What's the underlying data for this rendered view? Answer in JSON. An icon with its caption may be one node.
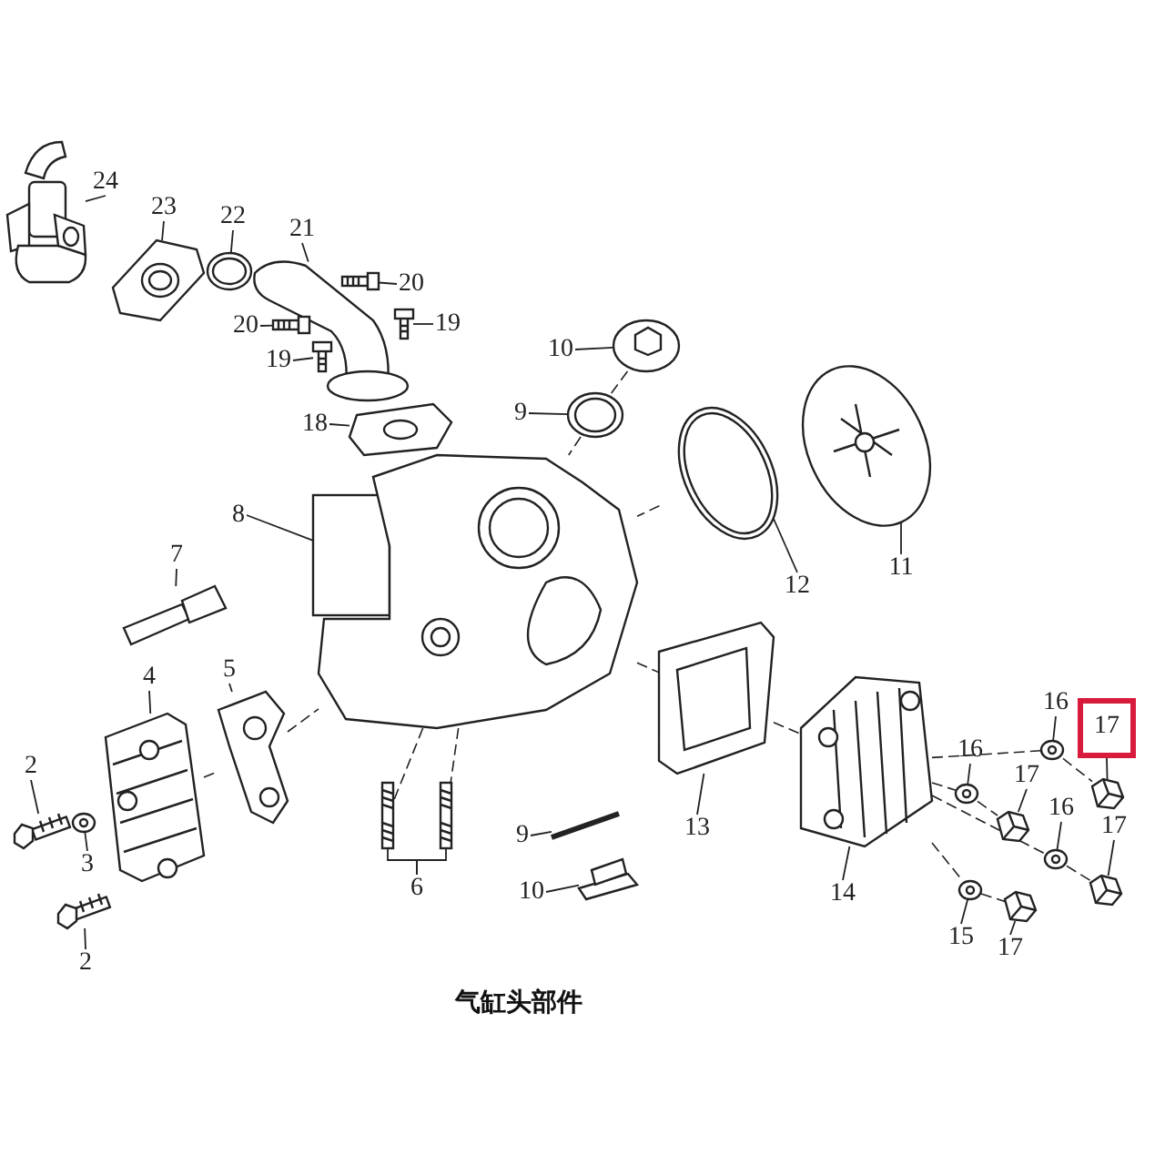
{
  "diagram": {
    "caption": "气缸头部件",
    "nodes": [
      {
        "text": [
          "24"
        ]
      },
      {
        "text": [
          "23"
        ]
      },
      {
        "text": [
          "22"
        ]
      },
      {
        "text": [
          "21"
        ]
      },
      {
        "text": [
          "20"
        ]
      },
      {
        "text": [
          "20"
        ]
      },
      {
        "text": [
          "19"
        ]
      },
      {
        "text": [
          "19"
        ]
      },
      {
        "text": [
          "18"
        ]
      },
      {
        "text": [
          "10"
        ]
      },
      {
        "text": [
          "9"
        ]
      },
      {
        "text": [
          "12"
        ]
      },
      {
        "text": [
          "11"
        ]
      },
      {
        "text": [
          "8"
        ]
      },
      {
        "text": [
          "7"
        ]
      },
      {
        "text": [
          "5"
        ]
      },
      {
        "text": [
          "4"
        ]
      },
      {
        "text": [
          "2"
        ]
      },
      {
        "text": [
          "3"
        ]
      },
      {
        "text": [
          "2"
        ]
      },
      {
        "text": [
          "6"
        ]
      },
      {
        "text": [
          "9"
        ]
      },
      {
        "text": [
          "10"
        ]
      },
      {
        "text": [
          "13"
        ]
      },
      {
        "text": [
          "14"
        ]
      },
      {
        "text": [
          "16"
        ]
      },
      {
        "text": [
          "17"
        ]
      },
      {
        "text": [
          "16"
        ]
      },
      {
        "text": [
          "17"
        ]
      },
      {
        "text": [
          "16"
        ]
      },
      {
        "text": [
          "17"
        ]
      },
      {
        "text": [
          "15"
        ]
      },
      {
        "text": [
          "17"
        ]
      },
      {
        "text": [],
        "shape": "picture"
      },
      {
        "text": [],
        "shape": "picture"
      },
      {
        "text": [],
        "shape": "picture"
      },
      {
        "text": [],
        "shape": "picture"
      },
      {
        "text": [],
        "shape": "picture"
      },
      {
        "text": [],
        "shape": "picture"
      },
      {
        "text": [],
        "shape": "picture"
      },
      {
        "text": [],
        "shape": "picture"
      },
      {
        "text": [],
        "shape": "picture"
      },
      {
        "text": [],
        "shape": "picture"
      },
      {
        "text": [],
        "shape": "picture"
      },
      {
        "text": [],
        "shape": "picture"
      },
      {
        "text": [],
        "shape": "picture"
      },
      {
        "text": [],
        "shape": "box"
      },
      {
        "text": [],
        "shape": "picture"
      },
      {
        "text": [],
        "shape": "picture"
      },
      {
        "text": [],
        "shape": "picture"
      },
      {
        "text": [],
        "shape": "picture"
      },
      {
        "text": [],
        "shape": "picture"
      },
      {
        "text": [],
        "shape": "picture"
      },
      {
        "text": [],
        "shape": "picture"
      },
      {
        "text": [],
        "shape": "picture"
      },
      {
        "text": [],
        "shape": "picture"
      },
      {
        "text": [],
        "shape": "picture"
      },
      {
        "text": [],
        "shape": "picture"
      },
      {
        "text": [],
        "shape": "picture"
      },
      {
        "text": [],
        "shape": "picture"
      },
      {
        "text": [],
        "shape": "picture"
      },
      {
        "text": [],
        "shape": "picture"
      },
      {
        "text": [],
        "shape": "picture"
      },
      {
        "text": [],
        "shape": "picture"
      },
      {
        "text": [],
        "shape": "picture"
      },
      {
        "text": [],
        "shape": "picture"
      },
      {
        "text": [],
        "shape": "picture"
      },
      {
        "text": [],
        "shape": "picture"
      }
    ],
    "edges": [
      {
        "from": 0,
        "to": 33,
        "arrow": "none"
      },
      {
        "from": 1,
        "to": 34,
        "arrow": "none"
      },
      {
        "from": 2,
        "to": 35,
        "arrow": "none"
      },
      {
        "from": 3,
        "to": 36,
        "arrow": "none"
      },
      {
        "from": 4,
        "to": 37,
        "arrow": "none"
      },
      {
        "from": 5,
        "to": 38,
        "arrow": "none"
      },
      {
        "from": 6,
        "to": 39,
        "arrow": "none"
      },
      {
        "from": 7,
        "to": 40,
        "arrow": "none"
      },
      {
        "from": 8,
        "to": 41,
        "arrow": "none"
      },
      {
        "from": 9,
        "to": 42,
        "arrow": "none"
      },
      {
        "from": 10,
        "to": 43,
        "arrow": "none"
      },
      {
        "from": 11,
        "to": 44,
        "arrow": "none"
      },
      {
        "from": 12,
        "to": 45,
        "arrow": "none"
      },
      {
        "from": 13,
        "to": 46,
        "arrow": "none"
      },
      {
        "from": 14,
        "to": 47,
        "arrow": "none"
      },
      {
        "from": 15,
        "to": 48,
        "arrow": "none"
      },
      {
        "from": 16,
        "to": 49,
        "arrow": "none"
      },
      {
        "from": 17,
        "to": 50,
        "arrow": "none"
      },
      {
        "from": 18,
        "to": 51,
        "arrow": "none"
      },
      {
        "from": 19,
        "to": 52,
        "arrow": "none"
      },
      {
        "from": 20,
        "to": 53,
        "arrow": "none"
      },
      {
        "from": 20,
        "to": 54,
        "arrow": "none"
      },
      {
        "from": 21,
        "to": 55,
        "arrow": "none"
      },
      {
        "from": 22,
        "to": 56,
        "arrow": "none"
      },
      {
        "from": 23,
        "to": 57,
        "arrow": "none"
      },
      {
        "from": 24,
        "to": 58,
        "arrow": "none"
      },
      {
        "from": 25,
        "to": 59,
        "arrow": "none"
      },
      {
        "from": 26,
        "to": 60,
        "arrow": "none"
      },
      {
        "from": 27,
        "to": 61,
        "arrow": "none"
      },
      {
        "from": 28,
        "to": 62,
        "arrow": "none"
      },
      {
        "from": 29,
        "to": 63,
        "arrow": "none"
      },
      {
        "from": 30,
        "to": 64,
        "arrow": "none"
      },
      {
        "from": 31,
        "to": 65,
        "arrow": "none"
      },
      {
        "from": 32,
        "to": 66,
        "arrow": "none"
      },
      {
        "from": 67,
        "to": 57,
        "arrow": "none",
        "style": "dashed"
      },
      {
        "from": 57,
        "to": 58,
        "arrow": "none",
        "style": "dashed"
      },
      {
        "from": 58,
        "to": 59,
        "arrow": "none",
        "style": "dashed"
      },
      {
        "from": 59,
        "to": 60,
        "arrow": "none",
        "style": "dashed"
      },
      {
        "from": 58,
        "to": 61,
        "arrow": "none",
        "style": "dashed"
      },
      {
        "from": 61,
        "to": 62,
        "arrow": "none",
        "style": "dashed"
      },
      {
        "from": 58,
        "to": 63,
        "arrow": "none",
        "style": "dashed"
      },
      {
        "from": 63,
        "to": 64,
        "arrow": "none",
        "style": "dashed"
      },
      {
        "from": 58,
        "to": 65,
        "arrow": "none",
        "style": "dashed"
      },
      {
        "from": 65,
        "to": 66,
        "arrow": "none",
        "style": "dashed"
      },
      {
        "from": 49,
        "to": 48,
        "arrow": "none",
        "style": "dashed"
      },
      {
        "from": 48,
        "to": 67,
        "arrow": "none",
        "style": "dashed"
      },
      {
        "from": 42,
        "to": 43,
        "arrow": "none",
        "style": "dashed"
      },
      {
        "from": 43,
        "to": 67,
        "arrow": "none",
        "style": "dashed"
      },
      {
        "from": 44,
        "to": 67,
        "arrow": "none",
        "style": "dashed"
      },
      {
        "from": 67,
        "to": 53,
        "arrow": "none",
        "style": "dashed"
      },
      {
        "from": 67,
        "to": 54,
        "arrow": "none",
        "style": "dashed"
      }
    ]
  }
}
